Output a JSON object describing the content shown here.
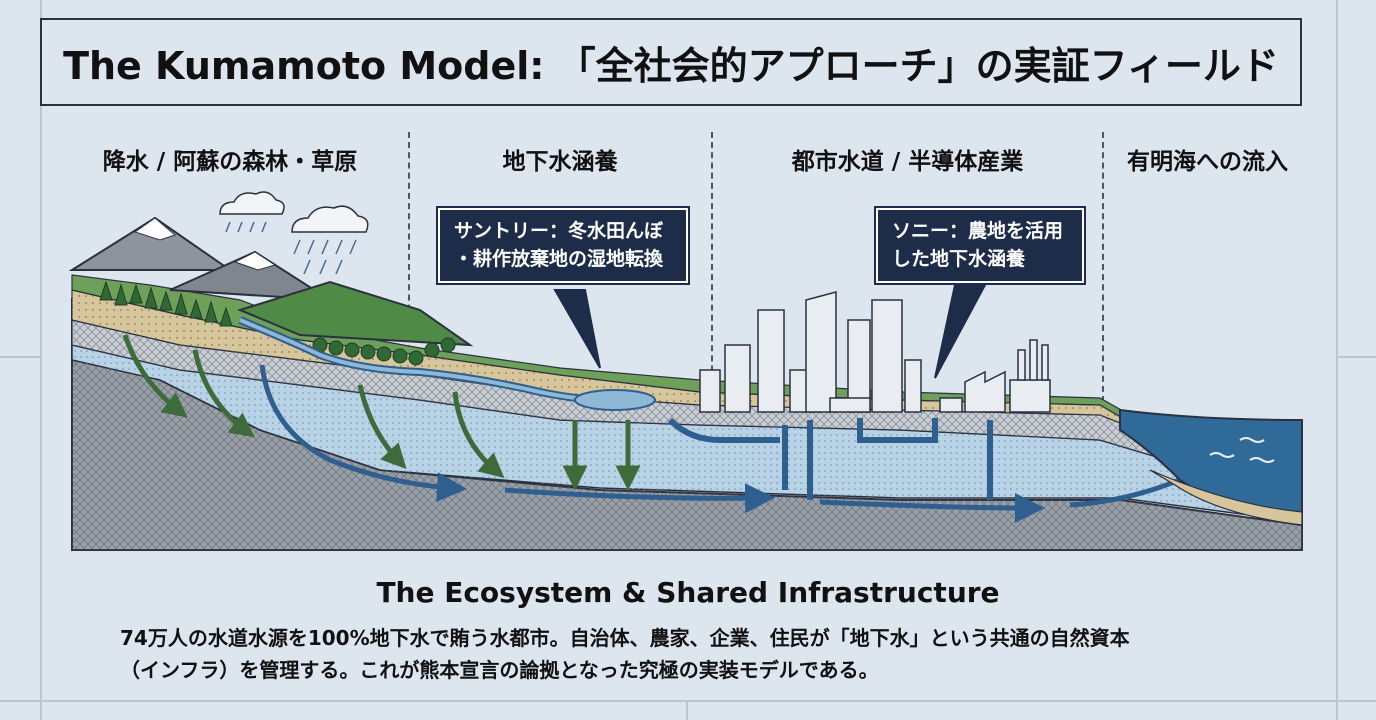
{
  "title": "The Kumamoto Model: 「全社会的アプローチ」の実証フィールド",
  "sections": [
    {
      "label": "降水 / 阿蘇の森林・草原"
    },
    {
      "label": "地下水涵養"
    },
    {
      "label": "都市水道 / 半導体産業"
    },
    {
      "label": "有明海への流入"
    }
  ],
  "callouts": {
    "suntory": {
      "line1": "サントリー：冬水田んぼ",
      "line2": "・耕作放棄地の湿地転換"
    },
    "sony": {
      "line1": "ソニー：農地を活用",
      "line2": "した地下水涵養"
    }
  },
  "subtitle": "The  Ecosystem & Shared Infrastructure",
  "description": {
    "line1": "74万人の水道水源を100%地下水で賄う水都市。自治体、農家、企業、住民が「地下水」という共通の自然資本",
    "line2": "（インフラ）を管理する。これが熊本宣言の論拠となった究極の実装モデルである。"
  },
  "colors": {
    "background": "#dde5ef",
    "callout": "#1d2c48",
    "water": "#2f5f8f",
    "recharge_arrow": "#3f6b3a",
    "groundwater": "#b9d3e6",
    "soil": "#d7c59b",
    "rock": "#8f969e"
  },
  "icons": [
    "rain-cloud-icon",
    "mountain-icon",
    "forest-icon",
    "city-icon",
    "factory-icon",
    "wave-icon"
  ]
}
